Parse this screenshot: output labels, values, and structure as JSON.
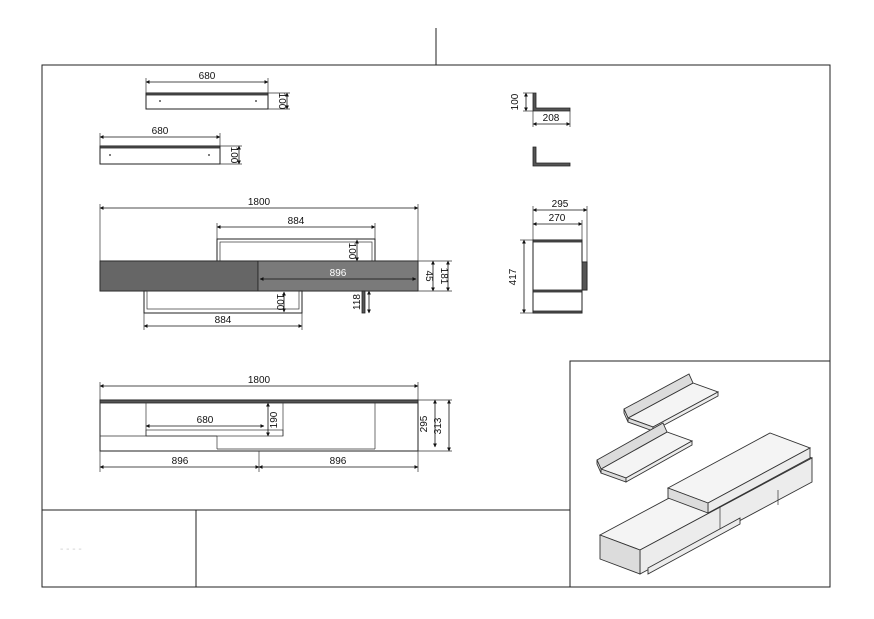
{
  "drawing": {
    "views": {
      "shelf_top": {
        "width": "680",
        "height": "100"
      },
      "shelf_bottom": {
        "width": "680",
        "height": "100"
      },
      "shelf_side": {
        "height": "100",
        "depth": "208"
      },
      "unit_plan": {
        "total_width": "1800",
        "upper_box_width": "884",
        "upper_box_height": "100",
        "drawer_width": "896",
        "drawer_gap": "45",
        "body_height": "181",
        "lower_box_height": "100",
        "lower_box_width": "884",
        "leg_height": "118"
      },
      "unit_side": {
        "depth_total": "295",
        "depth_inner": "270",
        "height": "417"
      },
      "unit_front": {
        "total_width": "1800",
        "shelf_width": "680",
        "shelf_height": "190",
        "depth": "295",
        "depth_total": "313",
        "left_width": "896",
        "right_width": "896"
      }
    }
  },
  "title_block": {
    "text": "- - - -"
  }
}
